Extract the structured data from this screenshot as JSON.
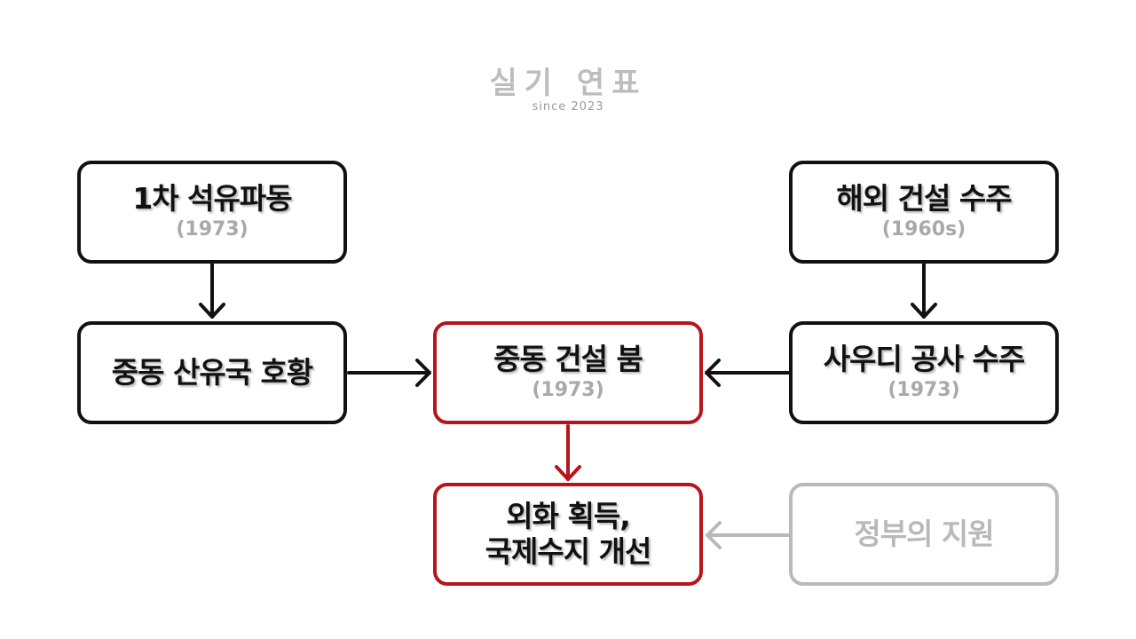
{
  "watermark": {
    "title": "실기 연표",
    "subtitle": "since 2023"
  },
  "nodes": {
    "oil_shock": {
      "label": "1차 석유파동",
      "year": "(1973)"
    },
    "overseas_construction": {
      "label": "해외 건설 수주",
      "year": "(1960s)"
    },
    "middle_east_boom_oil": {
      "label": "중동 산유국 호황"
    },
    "middle_east_construction_boom": {
      "label": "중동 건설 붐",
      "year": "(1973)"
    },
    "saudi_contract": {
      "label": "사우디 공사 수주",
      "year": "(1973)"
    },
    "foreign_currency": {
      "label": "외화 획득,\n국제수지 개선"
    },
    "government_support": {
      "label": "정부의 지원"
    }
  },
  "colors": {
    "black": "#111111",
    "red": "#b8141c",
    "grey": "#b9b9b9",
    "year_grey": "#a9a9a9"
  }
}
